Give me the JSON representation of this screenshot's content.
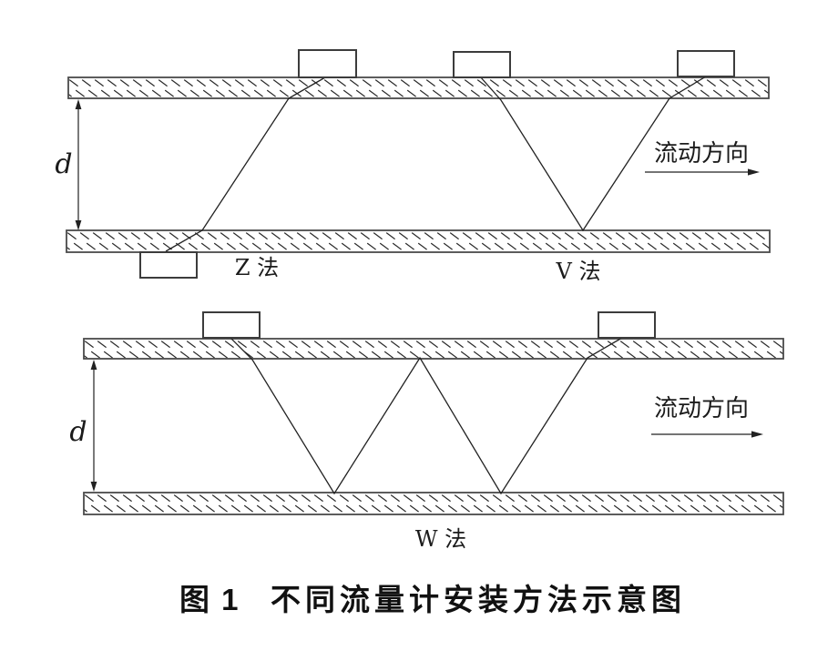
{
  "colors": {
    "ink": "#1b1b1b",
    "background": "#ffffff",
    "box_border": "#3c3c3c",
    "beam": "#222222"
  },
  "top_panel": {
    "z_method_label": "Z 法",
    "v_method_label": "V 法",
    "pipe_diameter_label": "d",
    "flow_direction_label": "流动方向"
  },
  "bottom_panel": {
    "w_method_label": "W 法",
    "pipe_diameter_label": "d",
    "flow_direction_label": "流动方向"
  },
  "caption": {
    "prefix": "图 1",
    "title": "不同流量计安装方法示意图"
  }
}
